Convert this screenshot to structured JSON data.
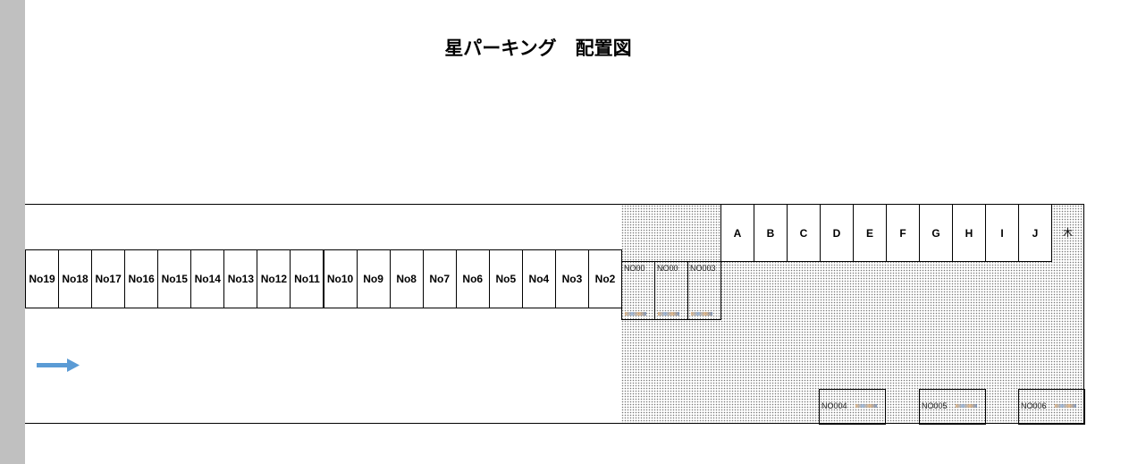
{
  "title": "星パーキング　配置図",
  "lots_row": [
    "No19",
    "No18",
    "No17",
    "No16",
    "No15",
    "No14",
    "No13",
    "No12",
    "No11",
    "No10",
    "No9",
    "No8",
    "No7",
    "No6",
    "No5",
    "No4",
    "No3",
    "No2"
  ],
  "bays": [
    "A",
    "B",
    "C",
    "D",
    "E",
    "F",
    "G",
    "H",
    "I",
    "J"
  ],
  "tree_label": "木",
  "small_upper": [
    "NO00",
    "NO00",
    "NO003"
  ],
  "small_lower": [
    "NO004",
    "NO005",
    "NO006"
  ],
  "arrow_color": "#5b9bd5",
  "arrow_icon": "arrow-right-icon"
}
